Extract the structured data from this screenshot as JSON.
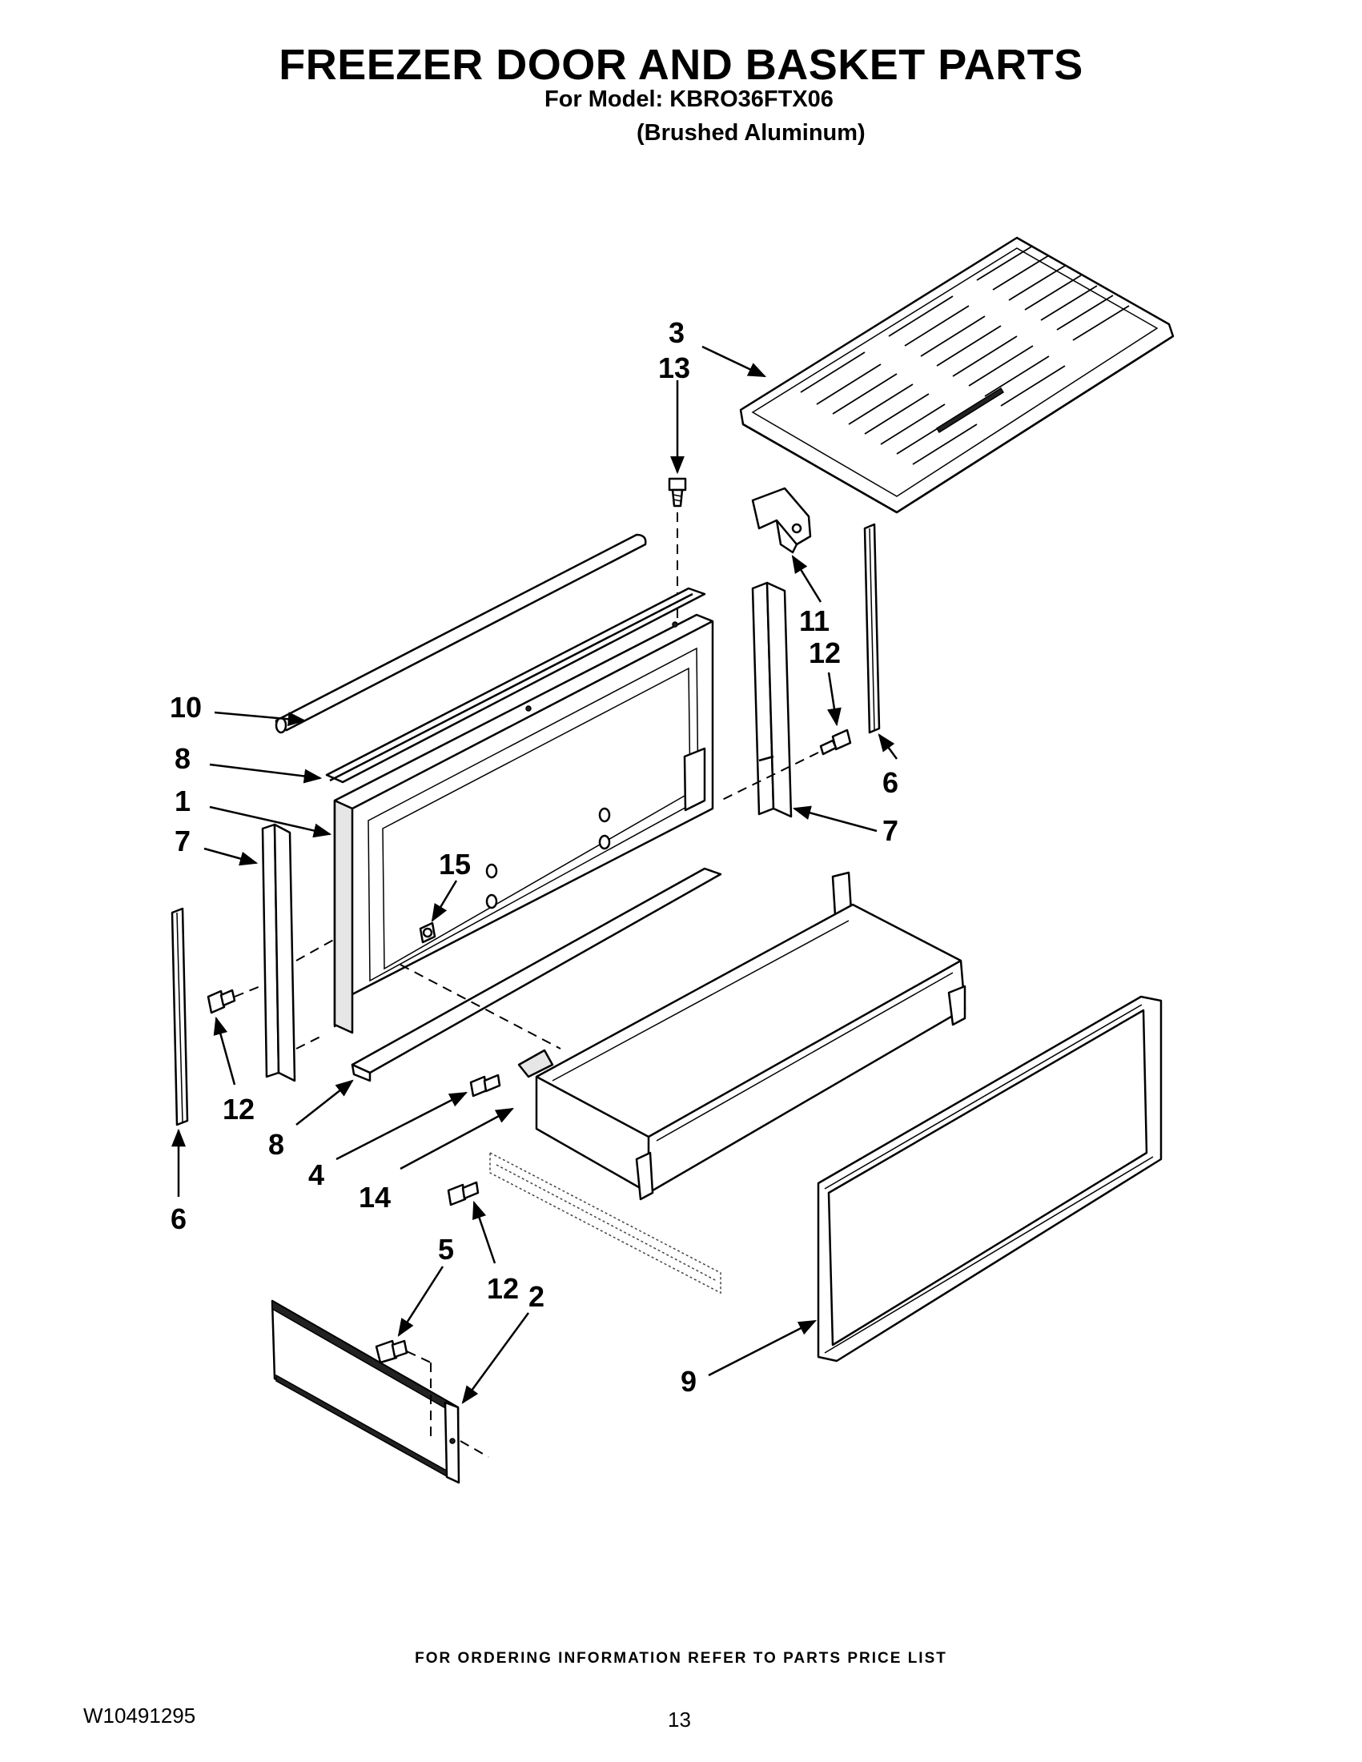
{
  "header": {
    "title": "FREEZER DOOR AND BASKET PARTS",
    "model_line": "For Model: KBRO36FTX06",
    "finish_line": "(Brushed Aluminum)"
  },
  "callouts": {
    "c1": "1",
    "c2": "2",
    "c3": "3",
    "c4": "4",
    "c5": "5",
    "c6a": "6",
    "c6b": "6",
    "c7a": "7",
    "c7b": "7",
    "c8a": "8",
    "c8b": "8",
    "c9": "9",
    "c10": "10",
    "c11": "11",
    "c12a": "12",
    "c12b": "12",
    "c12c": "12",
    "c13": "13",
    "c14": "14",
    "c15": "15"
  },
  "footer": {
    "ordering_note": "FOR ORDERING INFORMATION REFER TO PARTS PRICE LIST",
    "document_number": "W10491295",
    "page_number": "13"
  }
}
